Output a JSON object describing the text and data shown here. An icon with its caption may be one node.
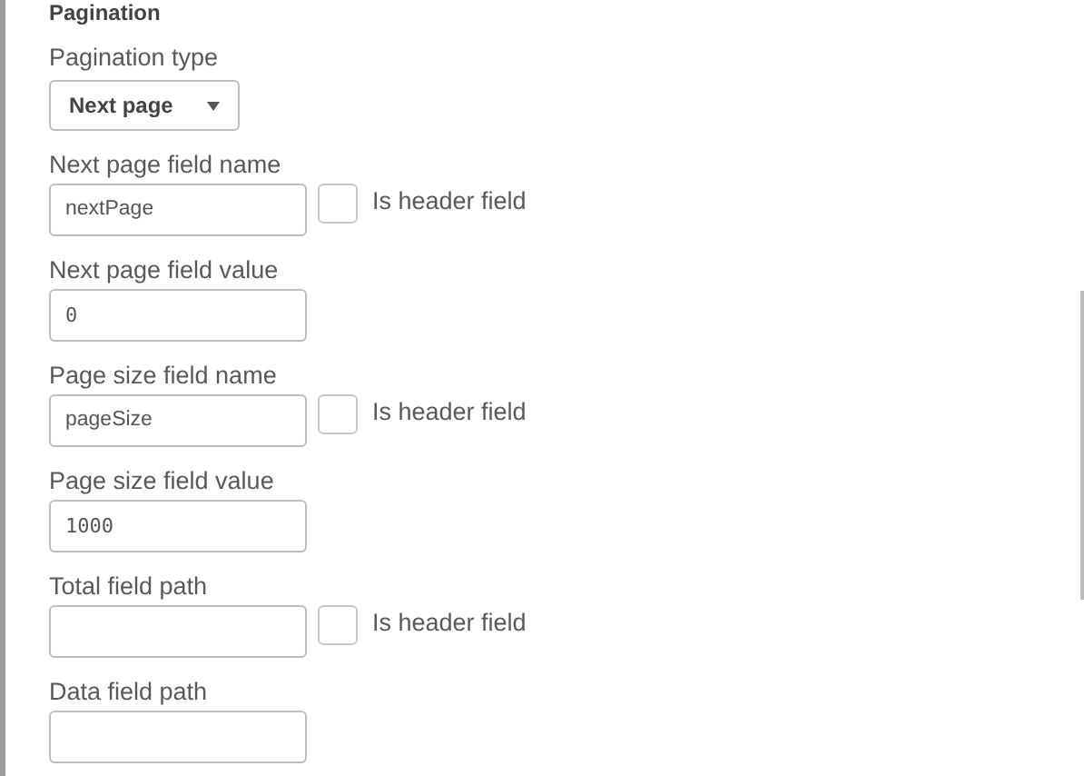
{
  "diagram": {
    "title": "Pagination",
    "labels": [
      "Pagination type",
      "Next page",
      "Next page field name",
      "nextPage",
      "Is header field",
      "Next page field value",
      "0",
      "Page size field name",
      "pageSize",
      "Is header field",
      "Page size field value",
      "1000",
      "Total field path",
      "Is header field",
      "Data field path"
    ]
  }
}
